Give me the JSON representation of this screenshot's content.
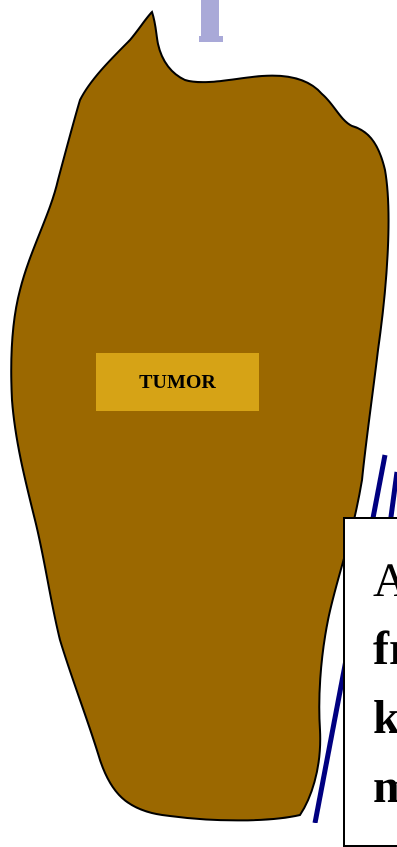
{
  "tumor": {
    "label": "TUMOR",
    "fill_color": "#9b6800",
    "label_bg_color": "#d6a316"
  },
  "callout": {
    "lines": [
      "A",
      "fr",
      "k",
      "m"
    ]
  },
  "colors": {
    "arrow": "#000080",
    "title_fragment": "#a9a9d8"
  }
}
